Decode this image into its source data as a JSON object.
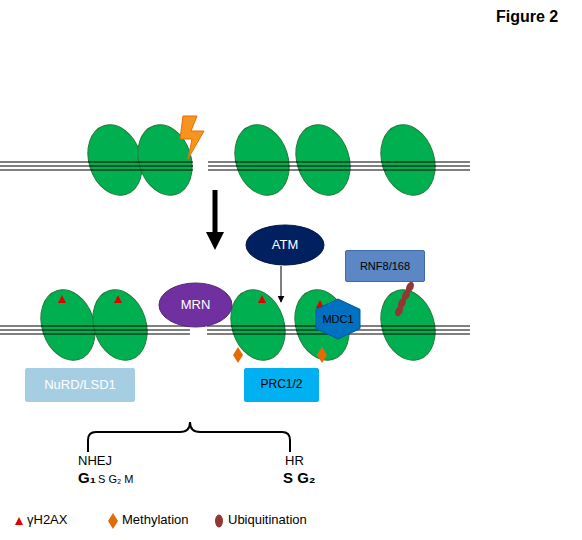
{
  "diagram": {
    "title": "Figure 2",
    "nodes": [
      {
        "text": [
          "ATM"
        ]
      },
      {
        "text": [
          "RNF8/168"
        ]
      },
      {
        "text": [
          "MRN"
        ]
      },
      {
        "text": [
          "MDC1"
        ]
      },
      {
        "text": [
          "NuRD/LSD1"
        ]
      },
      {
        "text": [
          "PRC1/2"
        ]
      }
    ],
    "labels": [
      "NHEJ",
      "G₁",
      "S G₂ M",
      "HR",
      "S G₂"
    ],
    "legend": [
      {
        "text": "γH2AX"
      },
      {
        "text": "Methylation"
      },
      {
        "text": "Ubiquitination"
      }
    ]
  }
}
